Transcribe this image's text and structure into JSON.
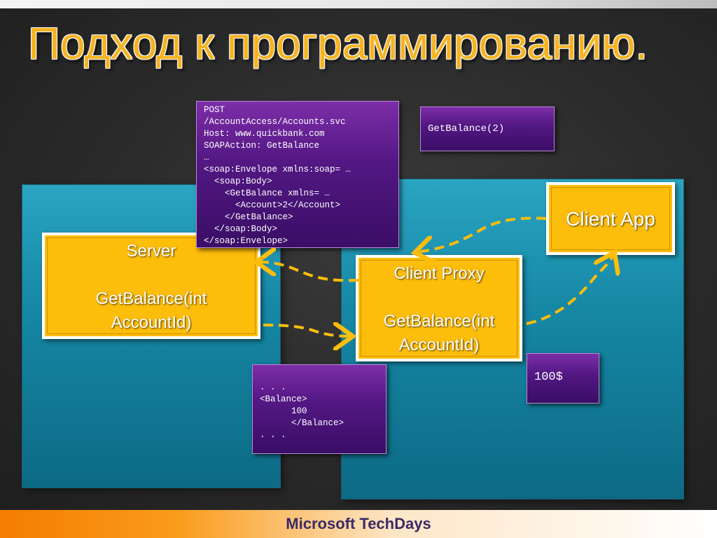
{
  "slide": {
    "title": "Подход к программированию.",
    "footer": "Microsoft TechDays"
  },
  "server": {
    "lines": [
      "Server",
      "",
      "GetBalance(int",
      "AccountId)"
    ]
  },
  "client_proxy": {
    "lines": [
      "Client Proxy",
      "",
      "GetBalance(int",
      "AccountId)"
    ]
  },
  "client_app": {
    "label": "Client App"
  },
  "soap_request": {
    "lines": [
      "POST",
      "/AccountAccess/Accounts.svc",
      "Host: www.quickbank.com",
      "SOAPAction: GetBalance",
      "…",
      "<soap:Envelope xmlns:soap= …",
      "  <soap:Body>",
      "    <GetBalance xmlns= …",
      "      <Account>2</Account>",
      "    </GetBalance>",
      "  </soap:Body>",
      "</soap:Envelope>"
    ]
  },
  "call": {
    "label": "GetBalance(2)"
  },
  "soap_response": {
    "lines": [
      ". . .",
      "<Balance>",
      "      100",
      "      </Balance>",
      ". . ."
    ]
  },
  "result": {
    "label": "100$"
  },
  "colors": {
    "title": "#f6b321",
    "box_yellow": "#fdbd0b",
    "box_purple": "#541884",
    "panel_teal": "#1688a6",
    "arrow": "#fdbd0b",
    "footer_orange": "#f57d00",
    "footer_text": "#3a2a66"
  }
}
